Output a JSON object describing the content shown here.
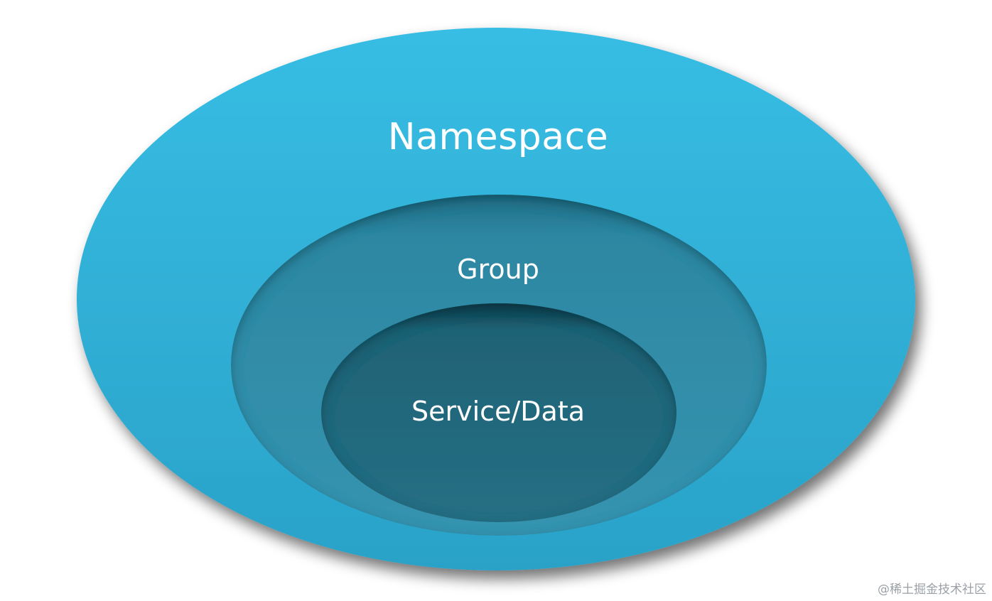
{
  "diagram": {
    "layers": [
      {
        "label": "Namespace"
      },
      {
        "label": "Group"
      },
      {
        "label": "Service/Data"
      }
    ],
    "colors": {
      "namespace_light": "#38bce3",
      "namespace_dark": "#2aa3c9",
      "group_light": "#2c8aa6",
      "group_dark": "#3591ad",
      "service_light": "#1d5d70",
      "service_dark": "#256f85"
    }
  },
  "watermark": "@稀土掘金技术社区"
}
